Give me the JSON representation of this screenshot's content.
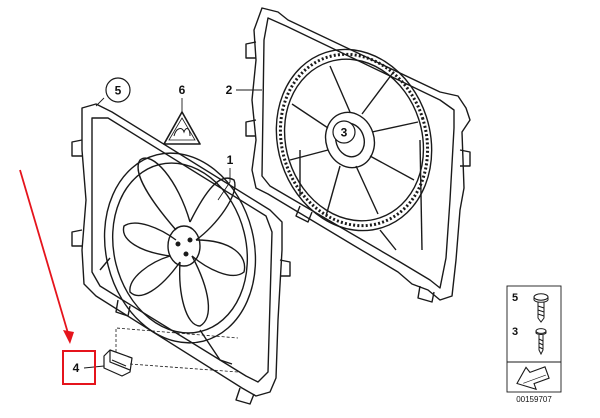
{
  "diagram": {
    "callouts": {
      "c1": "1",
      "c2": "2",
      "c3": "3",
      "c4": "4",
      "c5": "5",
      "c6": "6"
    },
    "legend": {
      "item5": "5",
      "item3": "3"
    },
    "reference_number": "00159707",
    "colors": {
      "line": "#1a1a1a",
      "highlight": "#e5141c",
      "background": "#ffffff"
    }
  }
}
